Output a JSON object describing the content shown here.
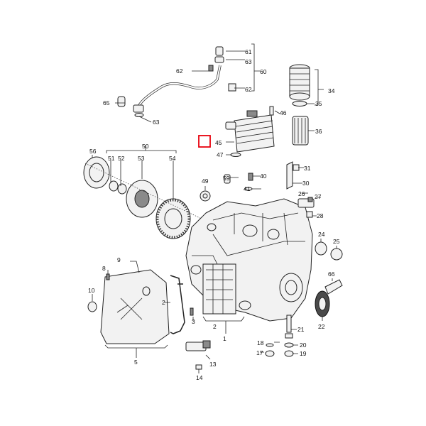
{
  "labels": {
    "61": "61",
    "63a": "63",
    "60": "60",
    "62a": "62",
    "62b": "62",
    "34": "34",
    "35": "35",
    "36": "36",
    "65": "65",
    "63b": "63",
    "46": "46",
    "45": "45",
    "47": "47",
    "56": "56",
    "50": "50",
    "51": "51",
    "52": "52",
    "53": "53",
    "54": "54",
    "49": "49",
    "59": "59",
    "40": "40",
    "41": "41",
    "31": "31",
    "30": "30",
    "26": "26",
    "27": "27",
    "28": "28",
    "24": "24",
    "25": "25",
    "66": "66",
    "9": "9",
    "8": "8",
    "10": "10",
    "2a": "2",
    "3": "3",
    "2b": "2",
    "1": "1",
    "22": "22",
    "21": "21",
    "18": "18",
    "20": "20",
    "17": "17",
    "19": "19",
    "5": "5",
    "13": "13",
    "14": "14"
  },
  "highlight_color": "#e8000d"
}
